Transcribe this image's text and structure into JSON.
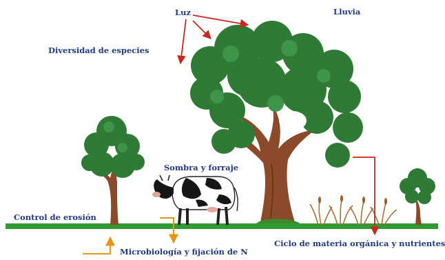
{
  "labels": {
    "light": "Luz",
    "rain": "Lluvia",
    "species_diversity": "Diversidad de especies",
    "shade_forage": "Sombra y forraje",
    "erosion_control": "Control de erosión",
    "microbiology": "Microbiología y fijación de N",
    "nutrient_cycle": "Ciclo de materia orgánica y nutrientes"
  },
  "colors": {
    "label_text": "#1f3a86",
    "red_arrow": "#c8281e",
    "orange_arrow": "#e8941a",
    "ground": "#2f9a2f",
    "foliage": "#2f7a35",
    "trunk": "#8b4a2a"
  }
}
